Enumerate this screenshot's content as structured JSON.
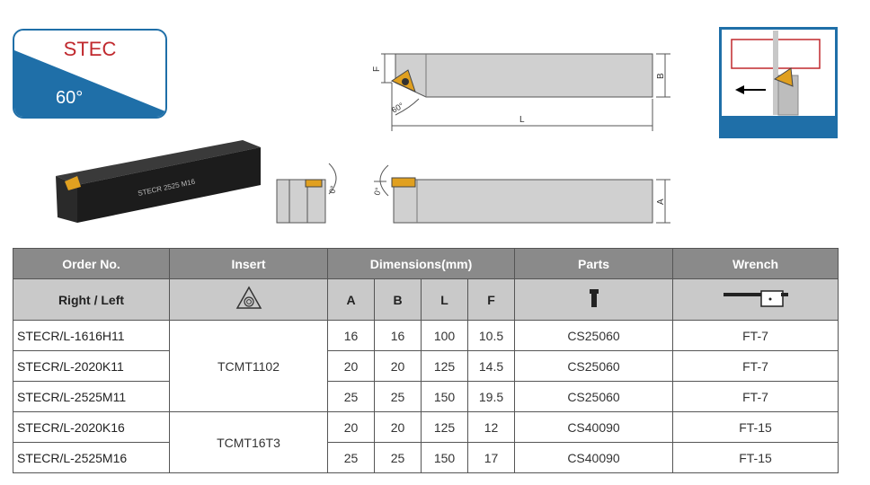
{
  "badge": {
    "title": "STEC",
    "angle": "60°"
  },
  "tool_label": "STECR 2525 M16",
  "drawing": {
    "dim_F": "F",
    "dim_B": "B",
    "dim_L": "L",
    "dim_A": "A",
    "angle_60": "60°",
    "angle_0a": "0°",
    "angle_0b": "0°"
  },
  "table": {
    "header_row1": [
      "Order No.",
      "Insert",
      "Dimensions(mm)",
      "Parts",
      "Wrench"
    ],
    "header_row2": {
      "right_left": "Right / Left",
      "A": "A",
      "B": "B",
      "L": "L",
      "F": "F"
    },
    "inserts": [
      "TCMT1102",
      "TCMT16T3"
    ],
    "rows": [
      {
        "order": "STECR/L-1616H11",
        "A": "16",
        "B": "16",
        "L": "100",
        "F": "10.5",
        "parts": "CS25060",
        "wrench": "FT-7"
      },
      {
        "order": "STECR/L-2020K11",
        "A": "20",
        "B": "20",
        "L": "125",
        "F": "14.5",
        "parts": "CS25060",
        "wrench": "FT-7"
      },
      {
        "order": "STECR/L-2525M11",
        "A": "25",
        "B": "25",
        "L": "150",
        "F": "19.5",
        "parts": "CS25060",
        "wrench": "FT-7"
      },
      {
        "order": "STECR/L-2020K16",
        "A": "20",
        "B": "20",
        "L": "125",
        "F": "12",
        "parts": "CS40090",
        "wrench": "FT-15"
      },
      {
        "order": "STECR/L-2525M16",
        "A": "25",
        "B": "25",
        "L": "150",
        "F": "17",
        "parts": "CS40090",
        "wrench": "FT-15"
      }
    ]
  },
  "colors": {
    "accent_blue": "#1f6fa8",
    "red": "#c0282d",
    "insert_orange": "#e0a020",
    "header_gray": "#8a8a8a"
  }
}
